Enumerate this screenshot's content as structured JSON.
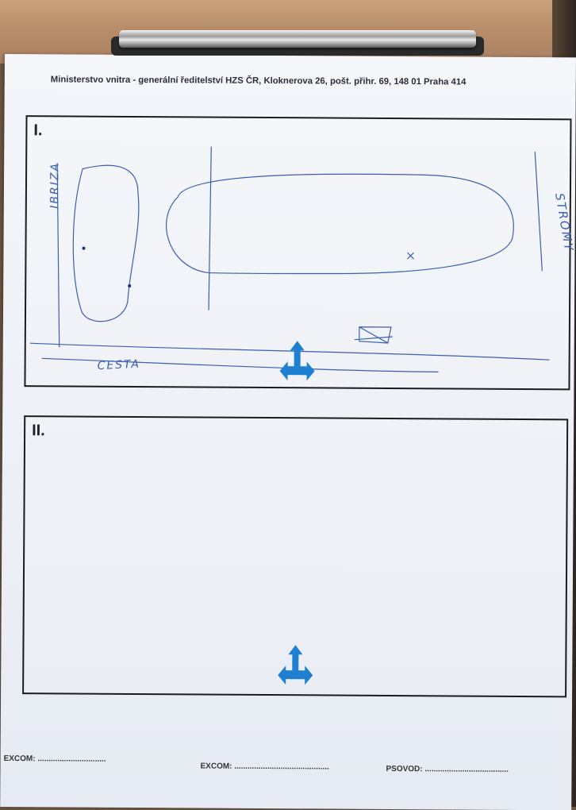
{
  "header": {
    "address": "Ministerstvo vnitra - generální ředitelství HZS ČR, Kloknerova 26, pošt. přihr. 69, 148 01 Praha 414"
  },
  "panels": [
    {
      "number": "I.",
      "handwriting": {
        "left_label": "IBRIZA",
        "right_label": "STROMY",
        "bottom_label": "CESTA"
      },
      "arrow_icon": "move-arrows-icon"
    },
    {
      "number": "II.",
      "arrow_icon": "move-arrows-icon"
    }
  ],
  "footer": {
    "field1": "EXCOM: ...............................",
    "field2": "EXCOM: ...........................................",
    "field3": "PSOVOD: ......................................"
  },
  "colors": {
    "ink": "#3a5fb0",
    "arrow": "#1f7fd1",
    "border": "#1c1c1c"
  }
}
